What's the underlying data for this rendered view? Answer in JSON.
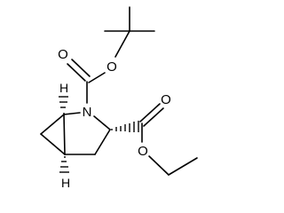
{
  "molecule": {
    "atoms": {
      "ring_nitrogen": "N",
      "carbamate_carbonyl_o": "O",
      "carbamate_ether_o": "O",
      "ester_carbonyl_o": "O",
      "ester_ether_o": "O",
      "bridgehead_h_top": "H",
      "bridgehead_h_bottom": "H"
    }
  },
  "colors": {
    "bond": "#000000",
    "background": "#ffffff"
  }
}
